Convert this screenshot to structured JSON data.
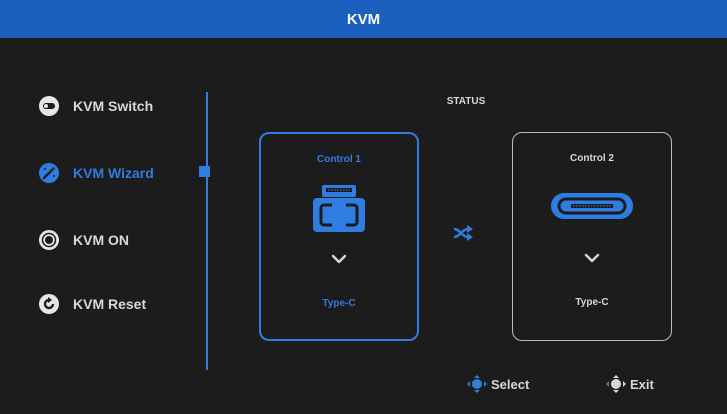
{
  "header": {
    "title": "KVM"
  },
  "menu": {
    "items": [
      {
        "label": "KVM Switch",
        "icon": "toggle-switch-icon",
        "active": false
      },
      {
        "label": "KVM Wizard",
        "icon": "magic-wand-icon",
        "active": true
      },
      {
        "label": "KVM ON",
        "icon": "radio-target-icon",
        "active": false
      },
      {
        "label": "KVM Reset",
        "icon": "reset-icon",
        "active": false
      }
    ]
  },
  "status": {
    "title": "STATUS",
    "control1": {
      "label": "Control 1",
      "type": "Type-C",
      "icon": "usb-a-port-icon"
    },
    "control2": {
      "label": "Control 2",
      "type": "Type-C",
      "icon": "usb-c-port-icon"
    },
    "swap_icon": "swap-arrows-icon"
  },
  "footer": {
    "select_label": "Select",
    "exit_label": "Exit"
  },
  "colors": {
    "accent": "#2f7de1",
    "header_bg": "#1b5fbf",
    "background": "#1c1c1c",
    "text": "#d8d8d8"
  }
}
